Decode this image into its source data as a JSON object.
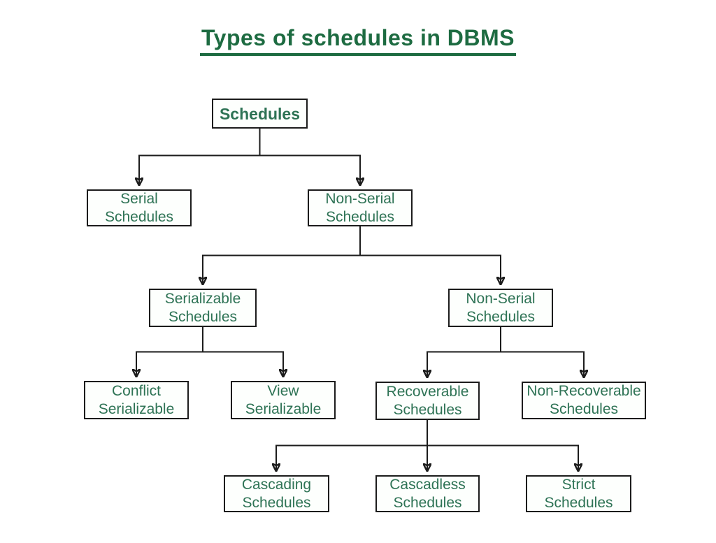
{
  "title": "Types of schedules in DBMS",
  "colors": {
    "title_green": "#1d6b41",
    "node_text_green": "#2e7355",
    "line_color": "#1c1c1c",
    "node_background": "#fdfffd"
  },
  "nodes": {
    "root": "Schedules",
    "serial": "Serial\nSchedules",
    "non_serial": "Non-Serial\nSchedules",
    "serializable": "Serializable\nSchedules",
    "non_serial_2": "Non-Serial\nSchedules",
    "conflict_serializable": "Conflict\nSerializable",
    "view_serializable": "View\nSerializable",
    "recoverable": "Recoverable\nSchedules",
    "non_recoverable": "Non-Recoverable\nSchedules",
    "cascading": "Cascading\nSchedules",
    "cascadless": "Cascadless\nSchedules",
    "strict": "Strict\nSchedules"
  },
  "hierarchy_edges": [
    [
      "root",
      "serial"
    ],
    [
      "root",
      "non_serial"
    ],
    [
      "non_serial",
      "serializable"
    ],
    [
      "non_serial",
      "non_serial_2"
    ],
    [
      "serializable",
      "conflict_serializable"
    ],
    [
      "serializable",
      "view_serializable"
    ],
    [
      "non_serial_2",
      "recoverable"
    ],
    [
      "non_serial_2",
      "non_recoverable"
    ],
    [
      "recoverable",
      "cascading"
    ],
    [
      "recoverable",
      "cascadless"
    ],
    [
      "recoverable",
      "strict"
    ]
  ]
}
